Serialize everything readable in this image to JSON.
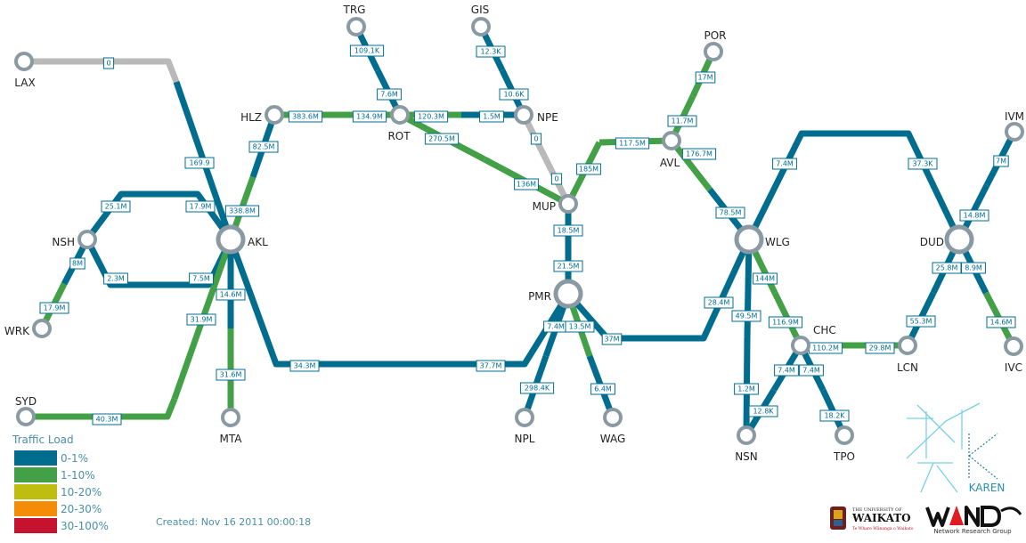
{
  "colors": {
    "blue": "#006d8f",
    "green": "#43a047",
    "yellow": "#bfbd0f",
    "orange": "#f58c08",
    "red": "#c4122f",
    "gray": "#b9b9b9",
    "node_ring": "#8a9aa3",
    "legend_text": "#4a90a8"
  },
  "nodes": [
    {
      "id": "LAX",
      "label": "LAX"
    },
    {
      "id": "TRG",
      "label": "TRG"
    },
    {
      "id": "GIS",
      "label": "GIS"
    },
    {
      "id": "POR",
      "label": "POR"
    },
    {
      "id": "HLZ",
      "label": "HLZ"
    },
    {
      "id": "ROT",
      "label": "ROT"
    },
    {
      "id": "NPE",
      "label": "NPE"
    },
    {
      "id": "AVL",
      "label": "AVL"
    },
    {
      "id": "IVM",
      "label": "IVM"
    },
    {
      "id": "NSH",
      "label": "NSH"
    },
    {
      "id": "AKL",
      "label": "AKL"
    },
    {
      "id": "MUP",
      "label": "MUP"
    },
    {
      "id": "WLG",
      "label": "WLG"
    },
    {
      "id": "DUD",
      "label": "DUD"
    },
    {
      "id": "PMR",
      "label": "PMR"
    },
    {
      "id": "WRK",
      "label": "WRK"
    },
    {
      "id": "CHC",
      "label": "CHC"
    },
    {
      "id": "LCN",
      "label": "LCN"
    },
    {
      "id": "IVC",
      "label": "IVC"
    },
    {
      "id": "SYD",
      "label": "SYD"
    },
    {
      "id": "MTA",
      "label": "MTA"
    },
    {
      "id": "NPL",
      "label": "NPL"
    },
    {
      "id": "WAG",
      "label": "WAG"
    },
    {
      "id": "NSN",
      "label": "NSN"
    },
    {
      "id": "TPO",
      "label": "TPO"
    }
  ],
  "links": [
    {
      "id": "lax-akl-a",
      "label": "0",
      "load": "none"
    },
    {
      "id": "lax-akl-b",
      "label": "169.9",
      "load": "0-1%"
    },
    {
      "id": "trg-rot",
      "label": "109.1K",
      "load": "0-1%"
    },
    {
      "id": "rot-trg",
      "label": "7.6M",
      "load": "0-1%"
    },
    {
      "id": "gis-npe",
      "label": "12.3K",
      "load": "0-1%"
    },
    {
      "id": "npe-gis",
      "label": "10.6K",
      "load": "0-1%"
    },
    {
      "id": "hlz-rot",
      "label": "383.6M",
      "load": "1-10%"
    },
    {
      "id": "rot-hlz",
      "label": "134.9M",
      "load": "1-10%"
    },
    {
      "id": "rot-npe",
      "label": "120.3M",
      "load": "1-10%"
    },
    {
      "id": "npe-rot",
      "label": "1.5M",
      "load": "0-1%"
    },
    {
      "id": "rot-mup",
      "label": "270.5M",
      "load": "1-10%"
    },
    {
      "id": "mup-rot",
      "label": "136M",
      "load": "1-10%"
    },
    {
      "id": "npe-mup",
      "label": "0",
      "load": "none"
    },
    {
      "id": "mup-npe",
      "label": "0",
      "load": "none"
    },
    {
      "id": "por-avl",
      "label": "17M",
      "load": "1-10%"
    },
    {
      "id": "avl-por",
      "label": "11.7M",
      "load": "1-10%"
    },
    {
      "id": "mup-avl",
      "label": "185M",
      "load": "1-10%"
    },
    {
      "id": "avl-mup",
      "label": "117.5M",
      "load": "1-10%"
    },
    {
      "id": "avl-wlg",
      "label": "176.7M",
      "load": "1-10%"
    },
    {
      "id": "wlg-avl",
      "label": "78.5M",
      "load": "0-1%"
    },
    {
      "id": "hlz-akl",
      "label": "82.5M",
      "load": "0-1%"
    },
    {
      "id": "akl-hlz",
      "label": "338.8M",
      "load": "1-10%"
    },
    {
      "id": "nsh-akl-top",
      "label": "25.1M",
      "load": "0-1%"
    },
    {
      "id": "akl-nsh-top",
      "label": "17.9M",
      "load": "0-1%"
    },
    {
      "id": "nsh-akl-bot",
      "label": "2.3M",
      "load": "0-1%"
    },
    {
      "id": "akl-nsh-bot",
      "label": "7.5M",
      "load": "0-1%"
    },
    {
      "id": "nsh-wrk",
      "label": "8M",
      "load": "0-1%"
    },
    {
      "id": "wrk-nsh",
      "label": "17.9M",
      "load": "1-10%"
    },
    {
      "id": "akl-syd",
      "label": "31.9M",
      "load": "1-10%"
    },
    {
      "id": "syd-akl",
      "label": "40.3M",
      "load": "1-10%"
    },
    {
      "id": "akl-mta",
      "label": "14.6M",
      "load": "0-1%"
    },
    {
      "id": "mta-akl",
      "label": "31.6M",
      "load": "1-10%"
    },
    {
      "id": "akl-pmr",
      "label": "34.3M",
      "load": "0-1%"
    },
    {
      "id": "pmr-akl",
      "label": "37.7M",
      "load": "0-1%"
    },
    {
      "id": "mup-pmr",
      "label": "18.5M",
      "load": "0-1%"
    },
    {
      "id": "pmr-mup",
      "label": "21.5M",
      "load": "0-1%"
    },
    {
      "id": "pmr-npl",
      "label": "7.4M",
      "load": "0-1%"
    },
    {
      "id": "npl-pmr",
      "label": "298.4K",
      "load": "0-1%"
    },
    {
      "id": "pmr-wag",
      "label": "13.5M",
      "load": "1-10%"
    },
    {
      "id": "wag-pmr",
      "label": "6.4M",
      "load": "0-1%"
    },
    {
      "id": "pmr-wlg",
      "label": "37M",
      "load": "0-1%"
    },
    {
      "id": "wlg-pmr",
      "label": "28.4M",
      "load": "0-1%"
    },
    {
      "id": "wlg-dud",
      "label": "7.4M",
      "load": "0-1%"
    },
    {
      "id": "dud-wlg",
      "label": "37.3K",
      "load": "0-1%"
    },
    {
      "id": "ivm-dud",
      "label": "7M",
      "load": "0-1%"
    },
    {
      "id": "dud-ivm",
      "label": "14.8M",
      "load": "0-1%"
    },
    {
      "id": "dud-lcn",
      "label": "25.8M",
      "load": "0-1%"
    },
    {
      "id": "lcn-dud",
      "label": "55.3M",
      "load": "0-1%"
    },
    {
      "id": "dud-ivc",
      "label": "8.9M",
      "load": "0-1%"
    },
    {
      "id": "ivc-dud",
      "label": "14.6M",
      "load": "1-10%"
    },
    {
      "id": "wlg-chc",
      "label": "144M",
      "load": "1-10%"
    },
    {
      "id": "chc-wlg",
      "label": "116.9M",
      "load": "1-10%"
    },
    {
      "id": "wlg-nsn",
      "label": "49.5M",
      "load": "0-1%"
    },
    {
      "id": "nsn-wlg",
      "label": "1.2M",
      "load": "0-1%"
    },
    {
      "id": "chc-lcn",
      "label": "110.2M",
      "load": "1-10%"
    },
    {
      "id": "lcn-chc",
      "label": "29.8M",
      "load": "1-10%"
    },
    {
      "id": "chc-nsn",
      "label": "7.4M",
      "load": "0-1%"
    },
    {
      "id": "nsn-chc",
      "label": "12.8K",
      "load": "0-1%"
    },
    {
      "id": "chc-tpo",
      "label": "7.4M",
      "load": "0-1%"
    },
    {
      "id": "tpo-chc",
      "label": "18.2K",
      "load": "0-1%"
    }
  ],
  "legend": {
    "title": "Traffic Load",
    "items": [
      {
        "label": "0-1%",
        "color": "#006d8f"
      },
      {
        "label": "1-10%",
        "color": "#43a047"
      },
      {
        "label": "10-20%",
        "color": "#bfbd0f"
      },
      {
        "label": "20-30%",
        "color": "#f58c08"
      },
      {
        "label": "30-100%",
        "color": "#c4122f"
      }
    ]
  },
  "created": "Created: Nov 16 2011 00:00:18",
  "logos": {
    "karen": "KAREN",
    "waikato_small": "THE UNIVERSITY OF",
    "waikato_big": "WAIKATO",
    "waikato_motto": "Te Whare Wānanga o Waikato",
    "wand_sub": "Network Research Group"
  }
}
